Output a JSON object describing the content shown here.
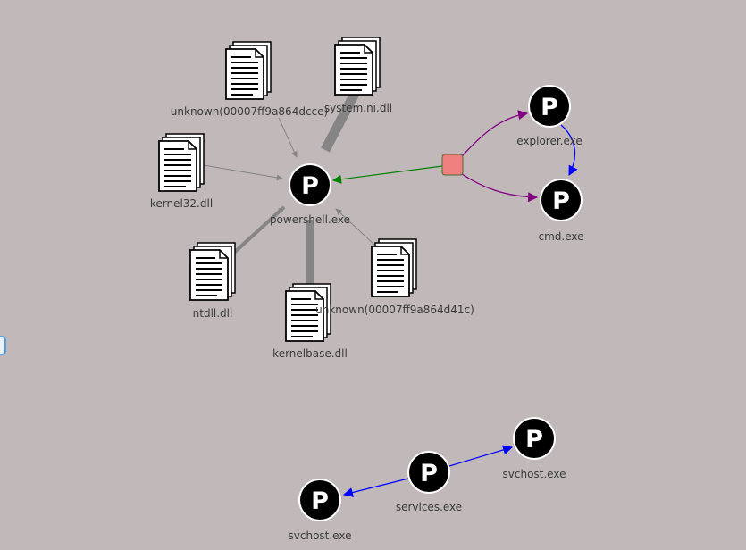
{
  "nodes": {
    "powershell": {
      "label": "powershell.exe",
      "glyph": "P"
    },
    "explorer": {
      "label": "explorer.exe",
      "glyph": "P"
    },
    "cmd": {
      "label": "cmd.exe",
      "glyph": "P"
    },
    "services": {
      "label": "services.exe",
      "glyph": "P"
    },
    "svchost_right": {
      "label": "svchost.exe",
      "glyph": "P"
    },
    "svchost_left": {
      "label": "svchost.exe",
      "glyph": "P"
    },
    "unknown_dcce": {
      "label": "unknown(00007ff9a864dcce)"
    },
    "system_ni": {
      "label": "system.ni.dll"
    },
    "kernel32": {
      "label": "kernel32.dll"
    },
    "ntdll": {
      "label": "ntdll.dll"
    },
    "kernelbase": {
      "label": "kernelbase.dll"
    },
    "unknown_d41c": {
      "label": "unknown(00007ff9a864d41c)"
    }
  },
  "colors": {
    "background": "#c0b8b9",
    "dll_edge": "#858585",
    "injection_edge": "#008000",
    "spawn_edge": "#800080",
    "child_edge": "#0000ff",
    "event_node": "#f08080",
    "process_node": "#000000"
  },
  "icons": {
    "process": "process-p-icon",
    "module": "document-stack-icon",
    "event": "event-square-icon"
  }
}
